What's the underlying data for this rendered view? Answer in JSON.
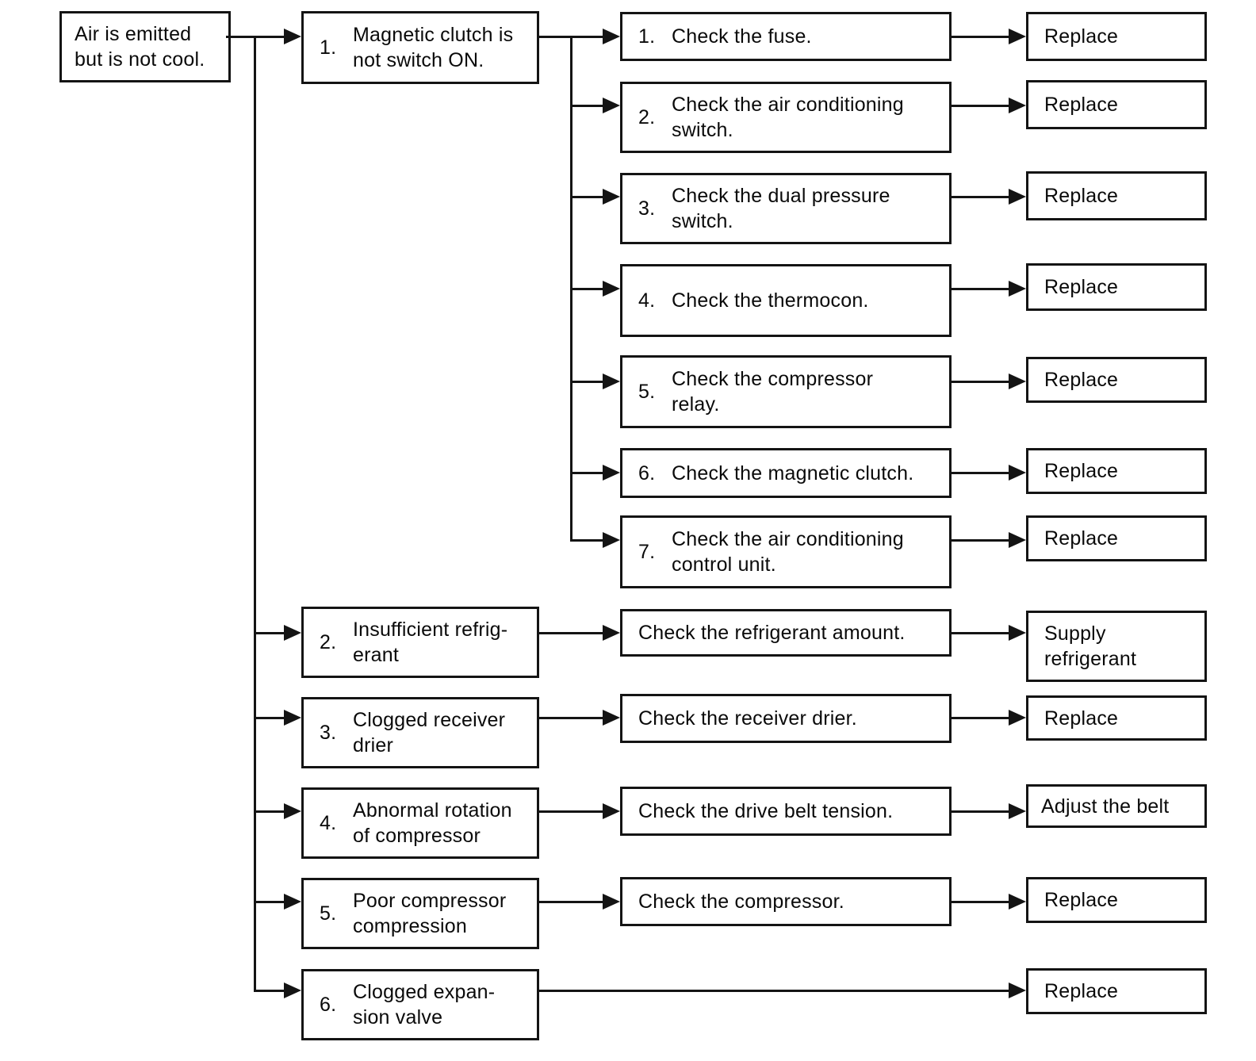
{
  "colors": {
    "background": "#ffffff",
    "ink": "#141414",
    "text": "#0a0a0a"
  },
  "start": {
    "text": "Air is emitted\nbut is not cool."
  },
  "causes": [
    {
      "num": "1.",
      "text": "Magnetic clutch is\nnot switch ON."
    },
    {
      "num": "2.",
      "text": "Insufficient refrig-\nerant"
    },
    {
      "num": "3.",
      "text": "Clogged receiver\ndrier"
    },
    {
      "num": "4.",
      "text": "Abnormal rotation\nof compressor"
    },
    {
      "num": "5.",
      "text": "Poor compressor\ncompression"
    },
    {
      "num": "6.",
      "text": "Clogged expan-\nsion valve"
    }
  ],
  "cause1_checks": [
    {
      "num": "1.",
      "text": "Check the fuse.",
      "action": "Replace"
    },
    {
      "num": "2.",
      "text": "Check the air conditioning\nswitch.",
      "action": "Replace"
    },
    {
      "num": "3.",
      "text": "Check the dual pressure\nswitch.",
      "action": "Replace"
    },
    {
      "num": "4.",
      "text": "Check the thermocon.",
      "action": "Replace"
    },
    {
      "num": "5.",
      "text": "Check the compressor\nrelay.",
      "action": "Replace"
    },
    {
      "num": "6.",
      "text": "Check the magnetic clutch.",
      "action": "Replace"
    },
    {
      "num": "7.",
      "text": "Check the air conditioning\ncontrol unit.",
      "action": "Replace"
    }
  ],
  "other_rows": [
    {
      "check": "Check the refrigerant amount.",
      "action": "Supply\nrefrigerant"
    },
    {
      "check": "Check the receiver drier.",
      "action": "Replace"
    },
    {
      "check": "Check the drive belt tension.",
      "action": "Adjust the belt"
    },
    {
      "check": "Check the compressor.",
      "action": "Replace"
    }
  ],
  "cause6_action": "Replace"
}
